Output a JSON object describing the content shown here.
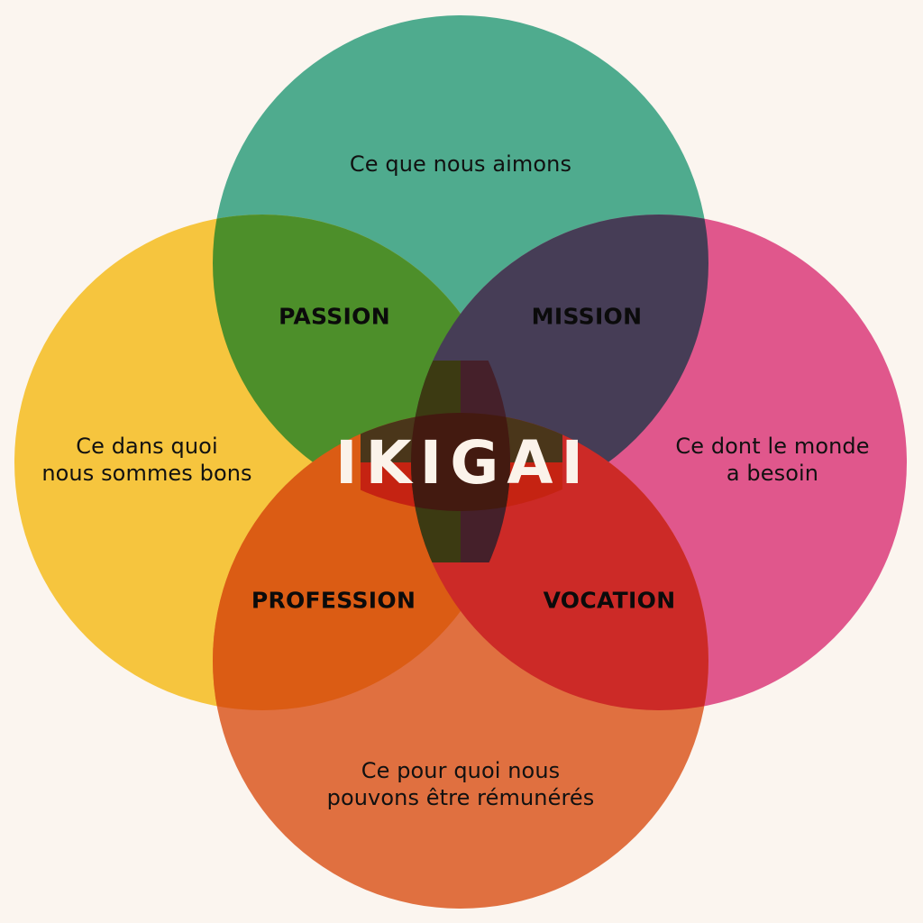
{
  "diagram": {
    "title": "IKIGAI",
    "background": "#FBF5EF",
    "circles": [
      {
        "id": "love",
        "label_lines": [
          "Ce que nous aimons"
        ],
        "color": "#4FAB8E",
        "position": "top"
      },
      {
        "id": "good",
        "label_lines": [
          "Ce dans quoi",
          "nous sommes bons"
        ],
        "color": "#F6C53E",
        "position": "left"
      },
      {
        "id": "world",
        "label_lines": [
          "Ce dont le monde",
          "a besoin"
        ],
        "color": "#E0578C",
        "position": "right"
      },
      {
        "id": "paid",
        "label_lines": [
          "Ce pour quoi nous",
          "pouvons être rémunérés"
        ],
        "color": "#E07040",
        "position": "bottom"
      }
    ],
    "overlaps": [
      {
        "id": "passion",
        "label": "PASSION",
        "between": [
          "love",
          "good"
        ],
        "color": "#4D8F2A"
      },
      {
        "id": "mission",
        "label": "MISSION",
        "between": [
          "love",
          "world"
        ],
        "color": "#463D56"
      },
      {
        "id": "profession",
        "label": "PROFESSION",
        "between": [
          "good",
          "paid"
        ],
        "color": "#DB5C14"
      },
      {
        "id": "vocation",
        "label": "VOCATION",
        "between": [
          "world",
          "paid"
        ],
        "color": "#CC2A27"
      }
    ],
    "center": {
      "label": "IKIGAI",
      "text_color": "#FBF3EA",
      "core_color": "#431A10",
      "vertical_upper_color": "#4A361A",
      "vertical_lower_color": "#C52312",
      "horizontal_left_color": "#3C3A12",
      "horizontal_right_color": "#45202A"
    }
  }
}
